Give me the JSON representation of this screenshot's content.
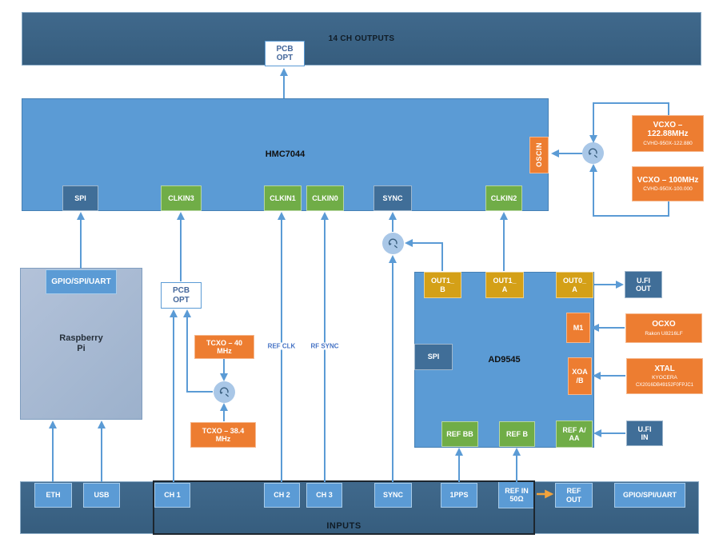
{
  "colors": {
    "block_blue": "#5B9BD5",
    "dark_bar": "#3A6183",
    "green_port": "#70AD47",
    "orange_box": "#ED7D31",
    "gold_port": "#D4A017",
    "slate_port": "#406E98",
    "line_blue": "#5B9BD5",
    "orange_arrow": "#F2A33C",
    "rpi_fill": "#A9BCD6",
    "switch_circle": "#A9C7E7",
    "wire_label_blue": "#4472C4"
  },
  "top": {
    "bar_label": "14 CH OUTPUTS",
    "pcb_opt": "PCB\nOPT"
  },
  "hmc7044": {
    "label": "HMC7044",
    "oscin": "OSCIN",
    "ports": {
      "spi": "SPI",
      "clkin3": "CLKIN3",
      "clkin1": "CLKIN1",
      "clkin0": "CLKIN0",
      "sync": "SYNC",
      "clkin2": "CLKIN2"
    }
  },
  "vcxo1": {
    "title": "VCXO –\n122.88MHz",
    "part": "CVHD-950X-122.880"
  },
  "vcxo2": {
    "title": "VCXO – 100MHz",
    "part": "CVHD-950X-100.000"
  },
  "raspberry_pi": {
    "label": "Raspberry\nPi",
    "port": "GPIO/SPI/UART"
  },
  "pcb_opt_mid": "PCB\nOPT",
  "tcxo1": "TCXO – 40\nMHz",
  "tcxo2": "TCXO – 38.4\nMHz",
  "wire_labels": {
    "ref_clk": "REF CLK",
    "rf_sync": "RF SYNC"
  },
  "ad9545": {
    "label": "AD9545",
    "ports": {
      "out1b": "OUT1_\nB",
      "out1a": "OUT1_\nA",
      "out0a": "OUT0_\nA",
      "spi": "SPI",
      "m1": "M1",
      "xoab": "XOA\n/B",
      "refbb": "REF BB",
      "refb": "REF B",
      "refaaa": "REF A/\nAA"
    }
  },
  "right_column": {
    "ufl_out": "U.FI\nOUT",
    "ocxo": {
      "title": "OCXO",
      "part": "Rakon U8216LF"
    },
    "xtal": {
      "title": "XTAL",
      "maker": "KYOCERA",
      "part": "CX2016DB49152F0FPJC1"
    },
    "ufl_in": "U.FI\nIN"
  },
  "bottom": {
    "bar_label": "INPUTS",
    "eth": "ETH",
    "usb": "USB",
    "ch1": "CH 1",
    "ch2": "CH 2",
    "ch3": "CH 3",
    "sync": "SYNC",
    "pps": "1PPS",
    "ref_in": "REF IN\n50Ω",
    "ref_out": "REF\nOUT",
    "gpio": "GPIO/SPI/UART"
  }
}
